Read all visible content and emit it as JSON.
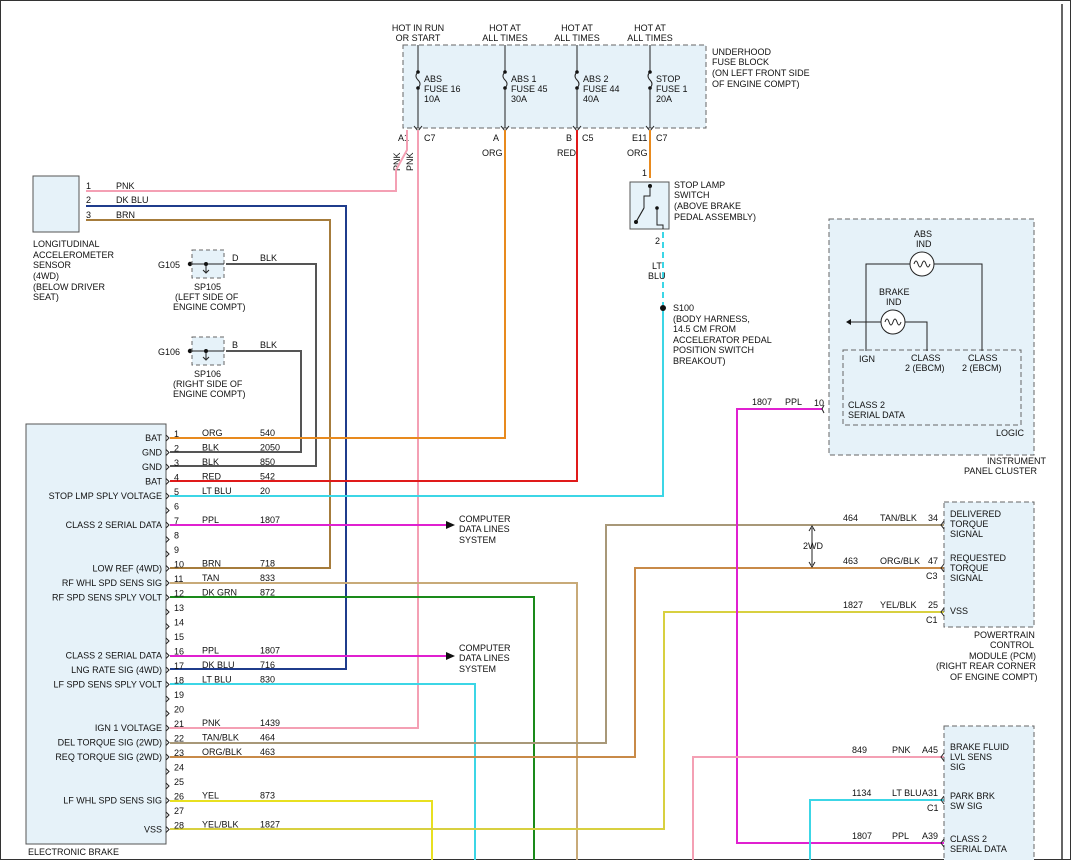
{
  "colors": {
    "pnk": "#f4a0b4",
    "dkblu": "#1f3c8c",
    "brn": "#a67c3c",
    "blk": "#555555",
    "org": "#e88a1e",
    "red": "#e01a1a",
    "ltblu": "#3cd6e6",
    "ppl": "#e020d0",
    "tan": "#c8aa78",
    "dkgrn": "#1a8a1a",
    "yel": "#e8e020",
    "tanblk": "#a89878"
  },
  "fuse_block": {
    "headers": [
      [
        "HOT IN RUN",
        "OR START"
      ],
      [
        "HOT AT",
        "ALL TIMES"
      ],
      [
        "HOT AT",
        "ALL TIMES"
      ],
      [
        "HOT AT",
        "ALL TIMES"
      ]
    ],
    "fuses": [
      [
        "ABS",
        "FUSE 16",
        "10A"
      ],
      [
        "ABS 1",
        "FUSE 45",
        "30A"
      ],
      [
        "ABS 2",
        "FUSE 44",
        "40A"
      ],
      [
        "STOP",
        "FUSE 1",
        "20A"
      ]
    ],
    "label": [
      "UNDERHOOD",
      "FUSE BLOCK",
      "(ON LEFT FRONT SIDE",
      "OF ENGINE COMPT)"
    ],
    "pins": [
      "A1",
      "C7",
      "A",
      "B",
      "C5",
      "E11",
      "C7"
    ],
    "wire_labels": [
      "PNK",
      "PNK",
      "ORG",
      "RED",
      "ORG"
    ]
  },
  "accel_sensor": {
    "label": [
      "LONGITUDINAL",
      "ACCELEROMETER",
      "SENSOR",
      "(4WD)",
      "(BELOW DRIVER",
      "SEAT)"
    ],
    "pins": [
      "1",
      "2",
      "3"
    ],
    "wires": [
      "PNK",
      "DK BLU",
      "BRN"
    ]
  },
  "grounds": {
    "g105": [
      "G105",
      "D",
      "BLK",
      "SP105",
      "(LEFT SIDE OF",
      "ENGINE COMPT)"
    ],
    "g106": [
      "G106",
      "B",
      "BLK",
      "SP106",
      "(RIGHT SIDE OF",
      "ENGINE COMPT)"
    ]
  },
  "stop_switch": {
    "label": [
      "STOP LAMP",
      "SWITCH",
      "(ABOVE BRAKE",
      "PEDAL ASSEMBLY)"
    ],
    "pins": [
      "1",
      "2"
    ],
    "wire": [
      "LT",
      "BLU"
    ]
  },
  "s100": [
    "S100",
    "(BODY HARNESS,",
    "14.5 CM FROM",
    "ACCELERATOR PEDAL",
    "POSITION SWITCH",
    "BREAKOUT)"
  ],
  "cluster": {
    "abs_ind": [
      "ABS",
      "IND"
    ],
    "brake_ind": [
      "BRAKE",
      "IND"
    ],
    "ign": "IGN",
    "class2a": [
      "CLASS",
      "2 (EBCM)"
    ],
    "class2b": [
      "CLASS",
      "2 (EBCM)"
    ],
    "serial": [
      "CLASS 2",
      "SERIAL DATA"
    ],
    "logic": "LOGIC",
    "label": [
      "INSTRUMENT",
      "PANEL CLUSTER"
    ],
    "pin": "10",
    "wire": [
      "1807",
      "PPL"
    ]
  },
  "ebcm": {
    "label": "ELECTRONIC BRAKE",
    "pins": [
      {
        "n": "1",
        "name": "BAT",
        "color": "ORG",
        "circuit": "540"
      },
      {
        "n": "2",
        "name": "GND",
        "color": "BLK",
        "circuit": "2050"
      },
      {
        "n": "3",
        "name": "GND",
        "color": "BLK",
        "circuit": "850"
      },
      {
        "n": "4",
        "name": "BAT",
        "color": "RED",
        "circuit": "542"
      },
      {
        "n": "5",
        "name": "STOP LMP SPLY VOLTAGE",
        "color": "LT BLU",
        "circuit": "20"
      },
      {
        "n": "6",
        "name": "",
        "color": "",
        "circuit": ""
      },
      {
        "n": "7",
        "name": "CLASS 2 SERIAL DATA",
        "color": "PPL",
        "circuit": "1807"
      },
      {
        "n": "8",
        "name": "",
        "color": "",
        "circuit": ""
      },
      {
        "n": "9",
        "name": "",
        "color": "",
        "circuit": ""
      },
      {
        "n": "10",
        "name": "LOW REF (4WD)",
        "color": "BRN",
        "circuit": "718"
      },
      {
        "n": "11",
        "name": "RF WHL SPD SENS SIG",
        "color": "TAN",
        "circuit": "833"
      },
      {
        "n": "12",
        "name": "RF SPD SENS SPLY VOLT",
        "color": "DK GRN",
        "circuit": "872"
      },
      {
        "n": "13",
        "name": "",
        "color": "",
        "circuit": ""
      },
      {
        "n": "14",
        "name": "",
        "color": "",
        "circuit": ""
      },
      {
        "n": "15",
        "name": "",
        "color": "",
        "circuit": ""
      },
      {
        "n": "16",
        "name": "CLASS 2 SERIAL DATA",
        "color": "PPL",
        "circuit": "1807"
      },
      {
        "n": "17",
        "name": "LNG RATE SIG (4WD)",
        "color": "DK BLU",
        "circuit": "716"
      },
      {
        "n": "18",
        "name": "LF SPD SENS SPLY VOLT",
        "color": "LT BLU",
        "circuit": "830"
      },
      {
        "n": "19",
        "name": "",
        "color": "",
        "circuit": ""
      },
      {
        "n": "20",
        "name": "",
        "color": "",
        "circuit": ""
      },
      {
        "n": "21",
        "name": "IGN 1 VOLTAGE",
        "color": "PNK",
        "circuit": "1439"
      },
      {
        "n": "22",
        "name": "DEL TORQUE SIG (2WD)",
        "color": "TAN/BLK",
        "circuit": "464"
      },
      {
        "n": "23",
        "name": "REQ TORQUE SIG (2WD)",
        "color": "ORG/BLK",
        "circuit": "463"
      },
      {
        "n": "24",
        "name": "",
        "color": "",
        "circuit": ""
      },
      {
        "n": "25",
        "name": "",
        "color": "",
        "circuit": ""
      },
      {
        "n": "26",
        "name": "LF WHL SPD SENS SIG",
        "color": "YEL",
        "circuit": "873"
      },
      {
        "n": "27",
        "name": "",
        "color": "",
        "circuit": ""
      },
      {
        "n": "28",
        "name": "VSS",
        "color": "YEL/BLK",
        "circuit": "1827"
      }
    ]
  },
  "computer_lines": [
    "COMPUTER",
    "DATA LINES",
    "SYSTEM"
  ],
  "pcm": {
    "rows": [
      {
        "circuit": "464",
        "color": "TAN/BLK",
        "pin": "34",
        "conn": "",
        "label": [
          "DELIVERED",
          "TORQUE",
          "SIGNAL"
        ]
      },
      {
        "circuit": "463",
        "color": "ORG/BLK",
        "pin": "47",
        "conn": "C3",
        "label": [
          "REQUESTED",
          "TORQUE",
          "SIGNAL"
        ]
      },
      {
        "circuit": "1827",
        "color": "YEL/BLK",
        "pin": "25",
        "conn": "C1",
        "label": [
          "VSS"
        ]
      }
    ],
    "note": "2WD",
    "label": [
      "POWERTRAIN",
      "CONTROL",
      "MODULE (PCM)",
      "(RIGHT REAR CORNER",
      "OF ENGINE COMPT)"
    ]
  },
  "lower_module": {
    "rows": [
      {
        "circuit": "849",
        "color": "PNK",
        "pin": "A45",
        "conn": "",
        "label": [
          "BRAKE FLUID",
          "LVL SENS",
          "SIG"
        ]
      },
      {
        "circuit": "1134",
        "color": "LT BLU",
        "pin": "A31",
        "conn": "C1",
        "label": [
          "PARK BRK",
          "SW SIG"
        ]
      },
      {
        "circuit": "1807",
        "color": "PPL",
        "pin": "A39",
        "conn": "",
        "label": [
          "CLASS 2",
          "SERIAL DATA"
        ]
      }
    ]
  }
}
